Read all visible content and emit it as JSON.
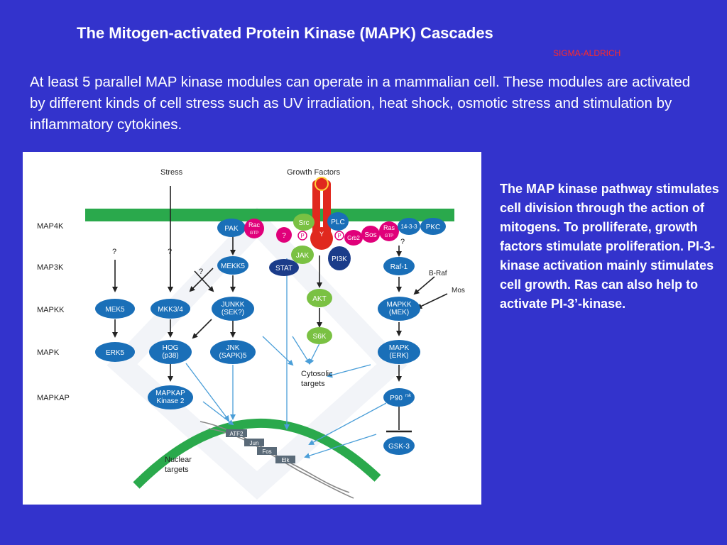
{
  "slide": {
    "title": "The Mitogen-activated Protein Kinase (MAPK) Cascades",
    "credit": "SIGMA-ALDRICH",
    "intro": "At least 5 parallel MAP kinase modules can operate in a mammalian cell.  These modules are activated by different kinds of cell stress such as UV irradiation, heat shock, osmotic stress and stimulation by inflammatory cytokines.",
    "side_text": "The MAP kinase pathway stimulates cell division through the action of mitogens.  To prolliferate, growth factors stimulate proliferation.  PI-3-kinase activation mainly stimulates cell growth.  Ras can also help to activate PI-3’-kinase."
  },
  "diagram": {
    "colors": {
      "blue": "#1a6fb8",
      "green": "#2aa94c",
      "light_green": "#7ac143",
      "pink": "#e0007a",
      "red": "#e0281e",
      "dark_blue": "#1b3c8a",
      "gray_box": "#5a6a78"
    },
    "levels": {
      "map4k": "MAP4K",
      "map3k": "MAP3K",
      "mapkk": "MAPKK",
      "mapk": "MAPK",
      "mapkap": "MAPKAP"
    },
    "top": {
      "stress": "Stress",
      "growth_factors": "Growth Factors"
    },
    "nodes": {
      "pak": "PAK",
      "rac": "Rac",
      "rac_gtp": "GTP",
      "q1": "?",
      "p1": "P",
      "y": "Y",
      "p2": "P",
      "src": "Src",
      "plc": "PLC",
      "grb2": "Grb2",
      "sos": "Sos",
      "ras": "Ras",
      "ras_gtp": "GTP",
      "p1433": "14-3-3",
      "pkc": "PKC",
      "jak": "JAK",
      "stat": "STAT",
      "pi3k": "PI3K",
      "mekk5": "MEKK5",
      "raf1": "Raf-1",
      "braf": "B-Raf",
      "mos": "Mos",
      "mek5": "MEK5",
      "mkk34": "MKK3/4",
      "junkk_1": "JUNKK",
      "junkk_2": "(SEK?)",
      "akt": "AKT",
      "s6k": "S6K",
      "mapkk_1": "MAPKK",
      "mapkk_2": "(MEK)",
      "erk5": "ERK5",
      "hog_1": "HOG",
      "hog_2": "(p38)",
      "jnk_1": "JNK",
      "jnk_2": "(SAPK)5",
      "mapk_1": "MAPK",
      "mapk_2": "(ERK)",
      "mapkap_1": "MAPKAP",
      "mapkap_2": "Kinase 2",
      "p90": "P90",
      "p90_sup": "rsk",
      "gsk3": "GSK-3",
      "cytosolic_1": "Cytosolic",
      "cytosolic_2": "targets",
      "nuclear_1": "Nuclear",
      "nuclear_2": "targets",
      "atf2": "ATF2",
      "jun": "Jun",
      "fos": "Fos",
      "elk": "Elk",
      "q_mek5": "?",
      "q_mkk": "?",
      "q_cross": "?",
      "q_raf": "?"
    }
  }
}
